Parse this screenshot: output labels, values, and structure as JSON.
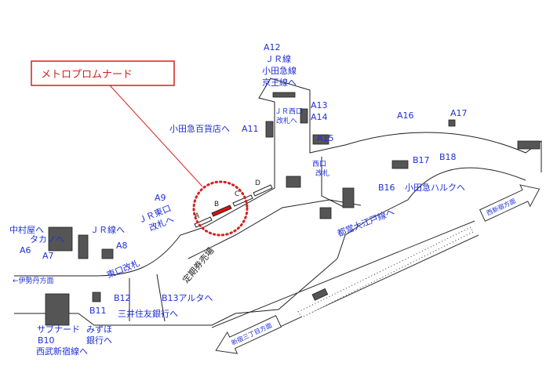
{
  "title": "メトロプロムナード",
  "colors": {
    "label": "#1f2fd8",
    "highlight": "#d42020"
  },
  "platform_labels": [
    "A",
    "B",
    "C",
    "D"
  ],
  "labels": {
    "a12": "A12",
    "jr_line": "ＪＲ線",
    "odakyu_line": "小田急線",
    "keio_line": "京王線へ",
    "jr_west_gate_1": "ＪＲ西口",
    "jr_west_gate_2": "改札へ",
    "a13": "A13",
    "a14": "A14",
    "a11": "A11",
    "odakyu_dept": "小田急百貨店へ",
    "a15": "A15",
    "a16": "A16",
    "a17": "A17",
    "b17": "B17",
    "b18": "B18",
    "b16": "B16",
    "odakyu_halc": "小田急ハルクへ",
    "west_gate_1": "西口",
    "west_gate_2": "改札",
    "oedo_line": "都営大江戸線へ",
    "nishi_shinjuku": "西新宿方面",
    "shinjuku_sanchome": "新宿三丁目方面",
    "a9": "A9",
    "jr_east_gate_1": "ＪＲ東口",
    "jr_east_gate_2": "改札へ",
    "jr_line_to": "ＪＲ線へ",
    "a8": "A8",
    "east_gate": "東口改札",
    "nakamuraya": "中村屋へ",
    "takano": "タカノへ",
    "a6": "A6",
    "a7": "A7",
    "isetan": "←伊勢丹方面",
    "subnade": "サブナード",
    "b10": "B10",
    "seibu": "西武新宿線へ",
    "b11": "B11",
    "mizuho_1": "みずほ",
    "mizuho_2": "銀行へ",
    "b12": "B12",
    "smbc": "三井住友銀行へ",
    "b13": "B13アルタへ",
    "teiki": "定期券売場"
  }
}
